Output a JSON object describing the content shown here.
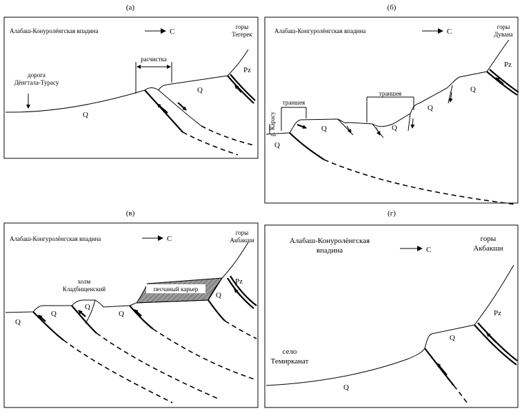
{
  "panels": {
    "a": {
      "label": "(а)",
      "basin": "Алабаш-Конуролёнгская впадина",
      "direction": "С",
      "mountains_1": "горы",
      "mountains_2": "Тегерек",
      "road_1": "дорога",
      "road_2": "Дёнгтала-Турасу",
      "clearing": "расчистка",
      "q1": "Q",
      "q2": "Q",
      "pz": "Pz"
    },
    "b": {
      "label": "(б)",
      "basin": "Алабаш-Конгуролёнгская впадина",
      "direction": "С",
      "mountains_1": "горы",
      "mountains_2": "Дувана",
      "river": "р. Карасу",
      "trench_1": "траншея",
      "trench_2": "траншея",
      "q1": "Q",
      "q2": "Q",
      "q3": "Q",
      "q4": "Q",
      "q5": "Q",
      "pz": "Pz"
    },
    "c": {
      "label": "(в)",
      "basin": "Алабаш-Конгуролёнгская впадина",
      "direction": "С",
      "mountains_1": "горы",
      "mountains_2": "Акбакши",
      "hill_1": "холм",
      "hill_2": "Кладбищенский",
      "quarry": "песчаный карьер",
      "q1": "Q",
      "q2": "Q",
      "q3": "Q",
      "q4": "Q",
      "q5": "Q",
      "pz": "Pz"
    },
    "d": {
      "label": "(г)",
      "basin_1": "Алабаш-Конуролёнгская",
      "basin_2": "впадина",
      "direction": "С",
      "mountains_1": "горы",
      "mountains_2": "Акбакши",
      "village_1": "село",
      "village_2": "Темирканат",
      "q1": "Q",
      "q2": "Q",
      "pz": "Pz"
    }
  }
}
